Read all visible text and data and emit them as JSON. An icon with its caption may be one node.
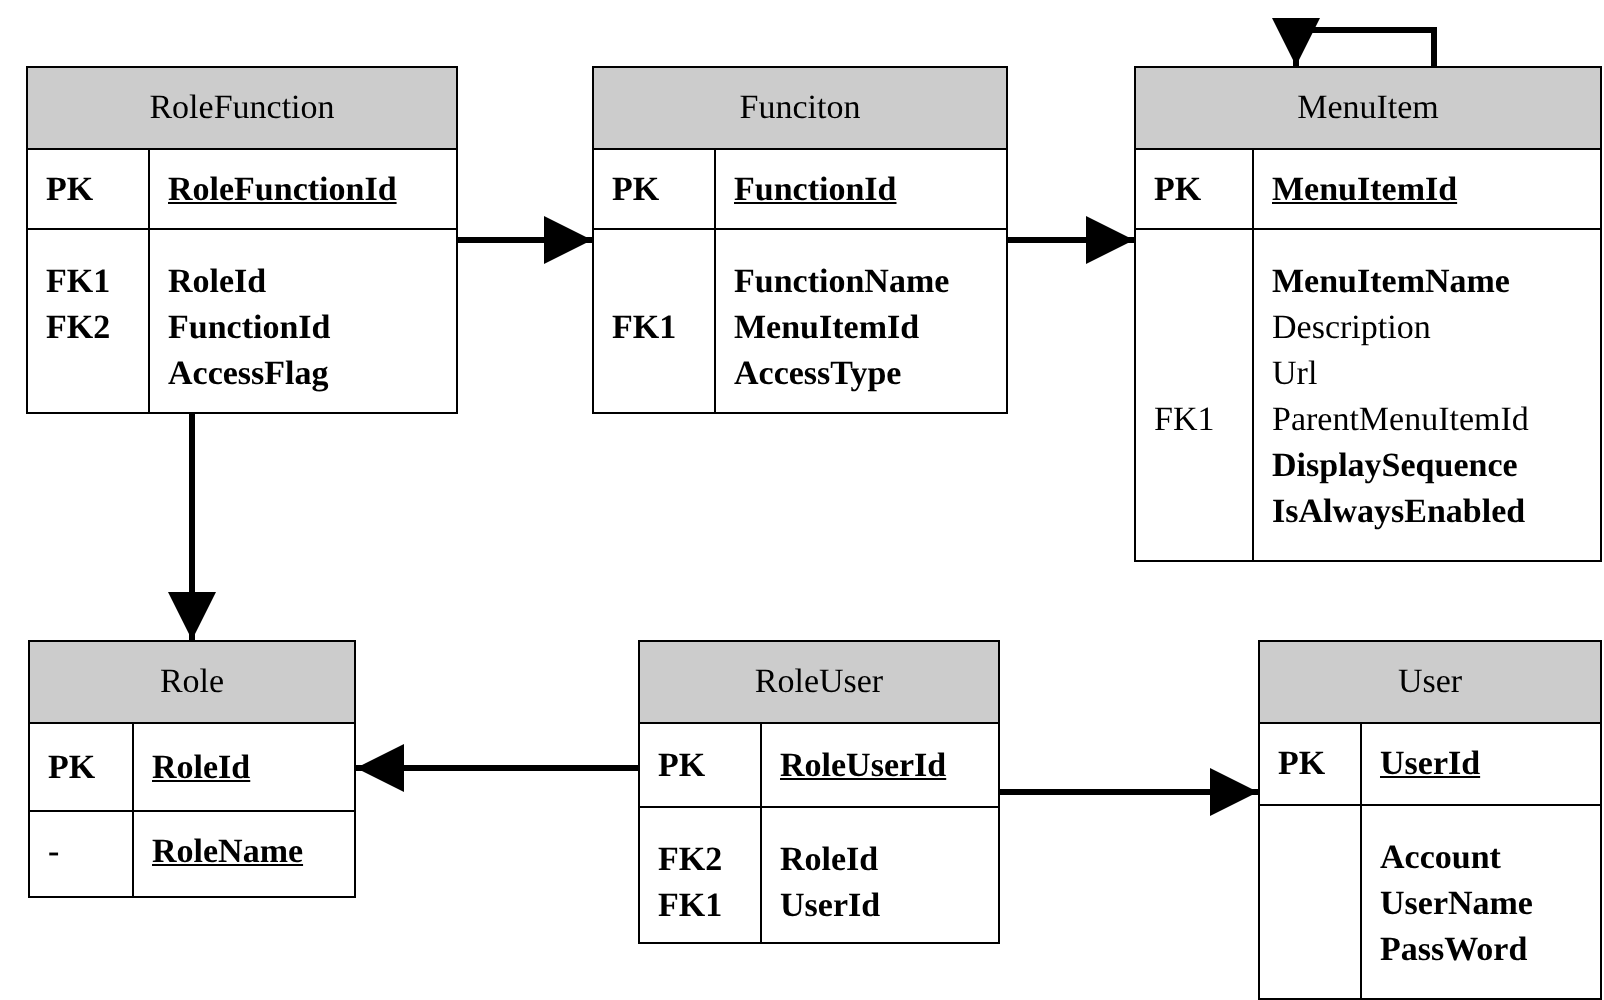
{
  "diagram": {
    "nodes": [
      {
        "text": [
          "RoleFunction",
          "PK",
          "RoleFunctionId",
          "FK1",
          "FK2",
          "RoleId",
          "FunctionId",
          "AccessFlag"
        ]
      },
      {
        "text": [
          "Funciton",
          "PK",
          "FunctionId",
          "FK1",
          "FunctionName",
          "MenuItemId",
          "AccessType"
        ]
      },
      {
        "text": [
          "MenuItem",
          "PK",
          "MenuItemId",
          "FK1",
          "MenuItemName",
          "Description",
          "Url",
          "ParentMenuItemId",
          "DisplaySequence",
          "IsAlwaysEnabled"
        ]
      },
      {
        "text": [
          "Role",
          "PK",
          "RoleId",
          "-",
          "RoleName"
        ]
      },
      {
        "text": [
          "RoleUser",
          "PK",
          "RoleUserId",
          "FK2",
          "FK1",
          "RoleId",
          "UserId"
        ]
      },
      {
        "text": [
          "User",
          "PK",
          "UserId",
          "Account",
          "UserName",
          "PassWord"
        ]
      }
    ],
    "edges": [
      {
        "from": 0,
        "to": 1,
        "arrow": "to"
      },
      {
        "from": 1,
        "to": 2,
        "arrow": "to"
      },
      {
        "from": 2,
        "to": 2,
        "arrow": "to"
      },
      {
        "from": 0,
        "to": 3,
        "arrow": "to"
      },
      {
        "from": 4,
        "to": 3,
        "arrow": "to"
      },
      {
        "from": 4,
        "to": 5,
        "arrow": "to"
      }
    ]
  }
}
